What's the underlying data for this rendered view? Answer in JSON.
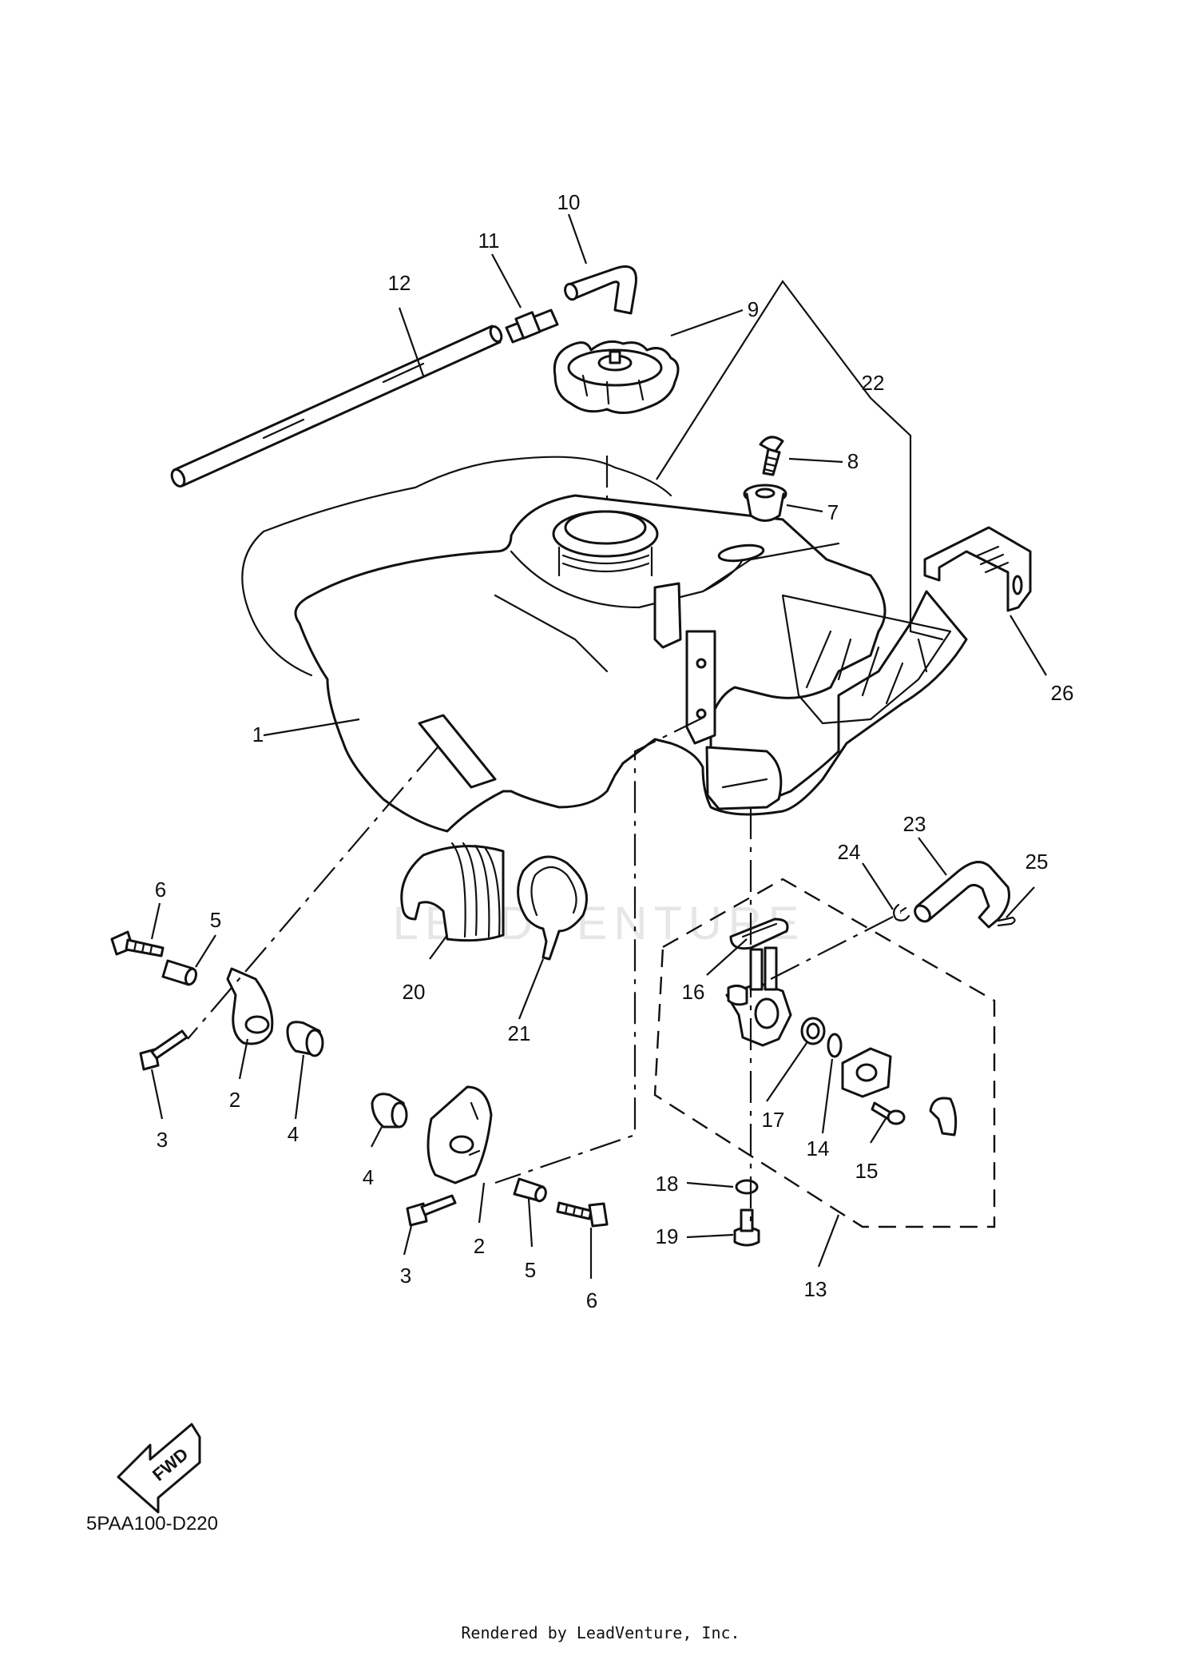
{
  "diagram": {
    "code": "5PAA100-D220",
    "fwd_label": "FWD",
    "watermark": "LEADVENTURE",
    "footer": "Rendered by LeadVenture, Inc."
  },
  "callouts": {
    "c1": "1",
    "c2a": "2",
    "c2b": "2",
    "c3a": "3",
    "c3b": "3",
    "c4a": "4",
    "c4b": "4",
    "c5a": "5",
    "c5b": "5",
    "c6a": "6",
    "c6b": "6",
    "c7": "7",
    "c8": "8",
    "c9": "9",
    "c10": "10",
    "c11": "11",
    "c12": "12",
    "c13": "13",
    "c14": "14",
    "c15": "15",
    "c16": "16",
    "c17": "17",
    "c18": "18",
    "c19": "19",
    "c20": "20",
    "c21": "21",
    "c22": "22",
    "c23": "23",
    "c24": "24",
    "c25": "25",
    "c26": "26"
  }
}
